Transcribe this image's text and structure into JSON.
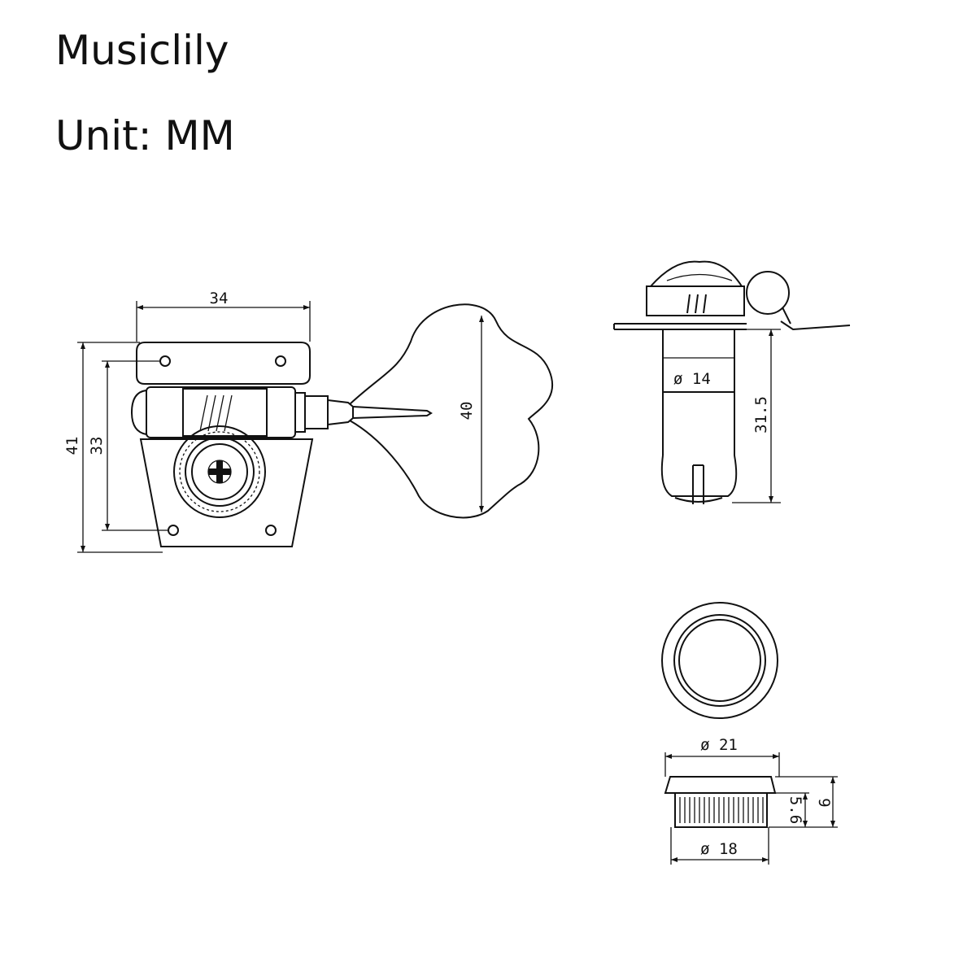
{
  "header": {
    "brand": "Musiclily",
    "unit": "Unit: MM"
  },
  "dimensions": {
    "front_width": "34",
    "front_height_overall": "41",
    "front_height_holes": "33",
    "button_height": "40",
    "post_diameter": "ø 14",
    "post_height": "31.5",
    "bushing_outer_diameter": "ø 21",
    "bushing_inner_diameter": "ø 18",
    "bushing_height": "9",
    "bushing_flange": "5.6"
  },
  "colors": {
    "line": "#111111",
    "background": "#ffffff"
  }
}
